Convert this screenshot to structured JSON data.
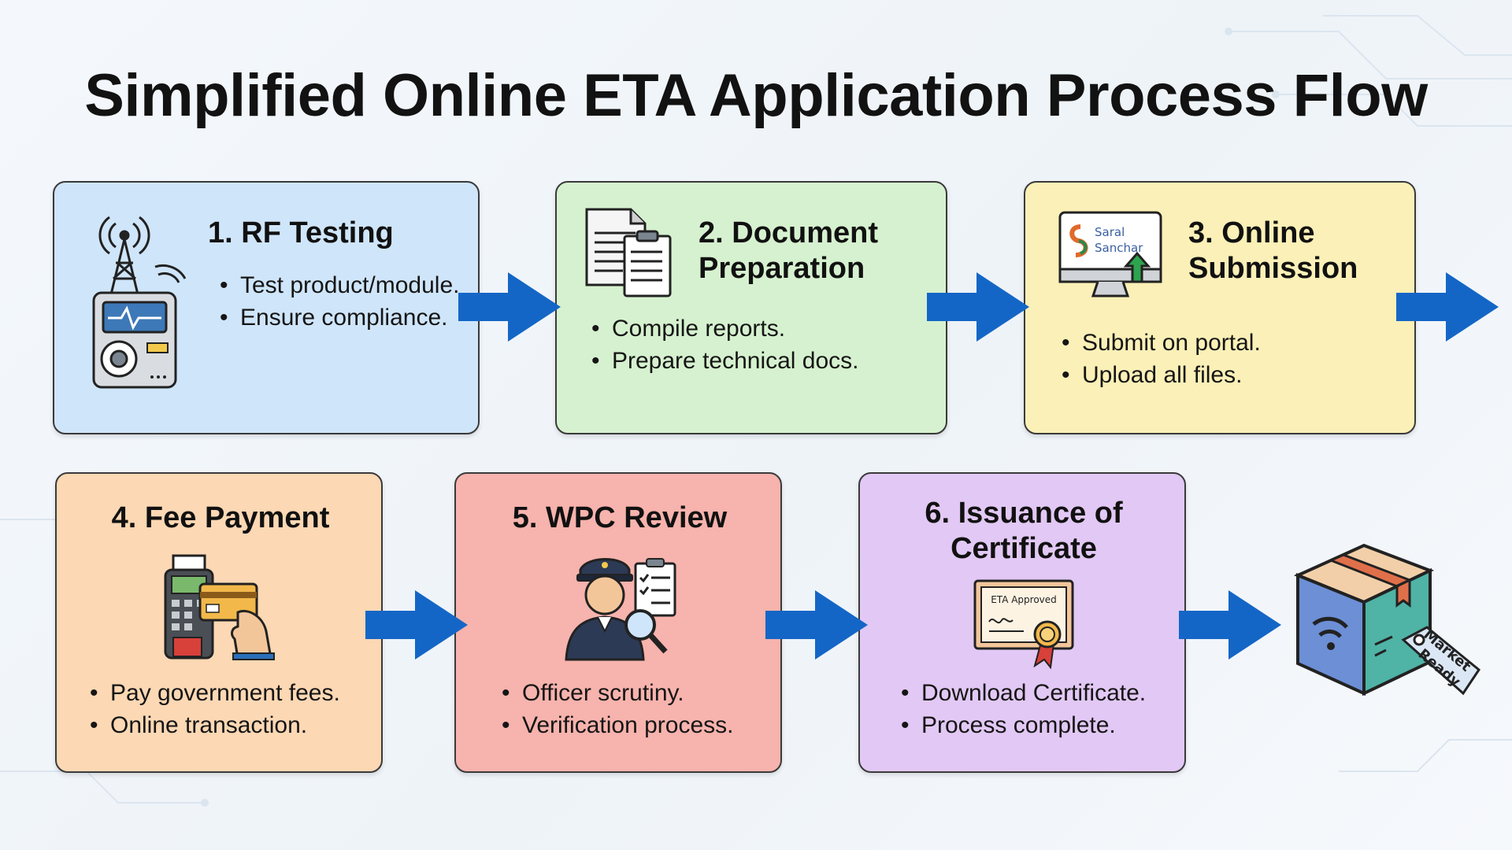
{
  "title": "Simplified Online ETA Application Process Flow",
  "steps": [
    {
      "title": "1. RF Testing",
      "bullets": [
        "Test product/module.",
        "Ensure compliance."
      ],
      "color": "#cfe5fa",
      "icon": "rf-test-device-icon"
    },
    {
      "title": "2. Document Preparation",
      "bullets": [
        "Compile reports.",
        "Prepare technical docs."
      ],
      "color": "#d6f1cf",
      "icon": "documents-icon"
    },
    {
      "title": "3. Online Submission",
      "bullets": [
        "Submit on portal.",
        "Upload all files."
      ],
      "color": "#fbf0b7",
      "icon": "portal-monitor-icon",
      "portal_logo_line1": "Saral",
      "portal_logo_line2": "Sanchar"
    },
    {
      "title": "4. Fee Payment",
      "bullets": [
        "Pay government fees.",
        "Online transaction."
      ],
      "color": "#fcd8b4",
      "icon": "card-payment-icon"
    },
    {
      "title": "5. WPC Review",
      "bullets": [
        "Officer scrutiny.",
        "Verification process."
      ],
      "color": "#f7b3ad",
      "icon": "officer-review-icon"
    },
    {
      "title": "6. Issuance of Certificate",
      "bullets": [
        "Download Certificate.",
        "Process complete."
      ],
      "color": "#e2c8f4",
      "icon": "certificate-icon",
      "certificate_text": "ETA Approved"
    }
  ],
  "final": {
    "icon": "market-ready-box-icon",
    "tag_line1": "Market",
    "tag_line2": "Ready"
  },
  "colors": {
    "arrow": "#1466c6",
    "border": "#3a3a3a",
    "title": "#121212"
  }
}
